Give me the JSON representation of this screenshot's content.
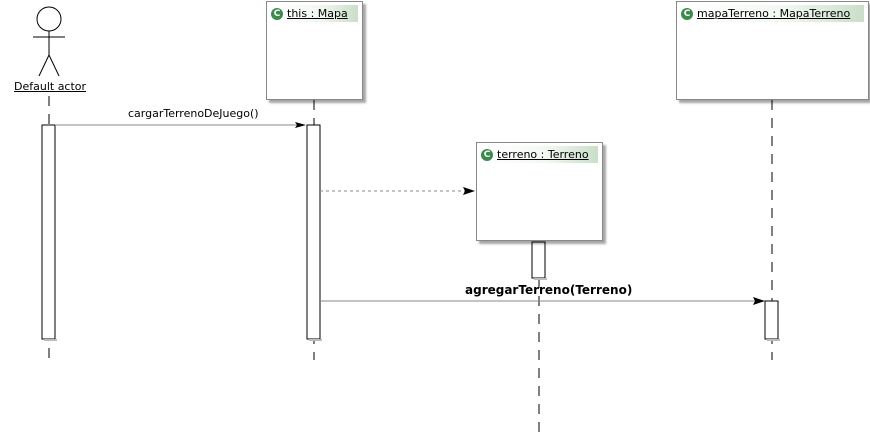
{
  "actor": {
    "label": "Default actor"
  },
  "lifelines": [
    {
      "name": "this : Mapa",
      "badge": "C"
    },
    {
      "name": "terreno : Terreno",
      "badge": "C"
    },
    {
      "name": "mapaTerreno : MapaTerreno",
      "badge": "C"
    }
  ],
  "messages": [
    {
      "label": "cargarTerrenoDeJuego()"
    },
    {
      "label": ""
    },
    {
      "label": "agregarTerreno(Terreno)"
    }
  ],
  "colors": {
    "badge": "#3d8a4f",
    "header_gradient_end": "#c9dfc9"
  }
}
